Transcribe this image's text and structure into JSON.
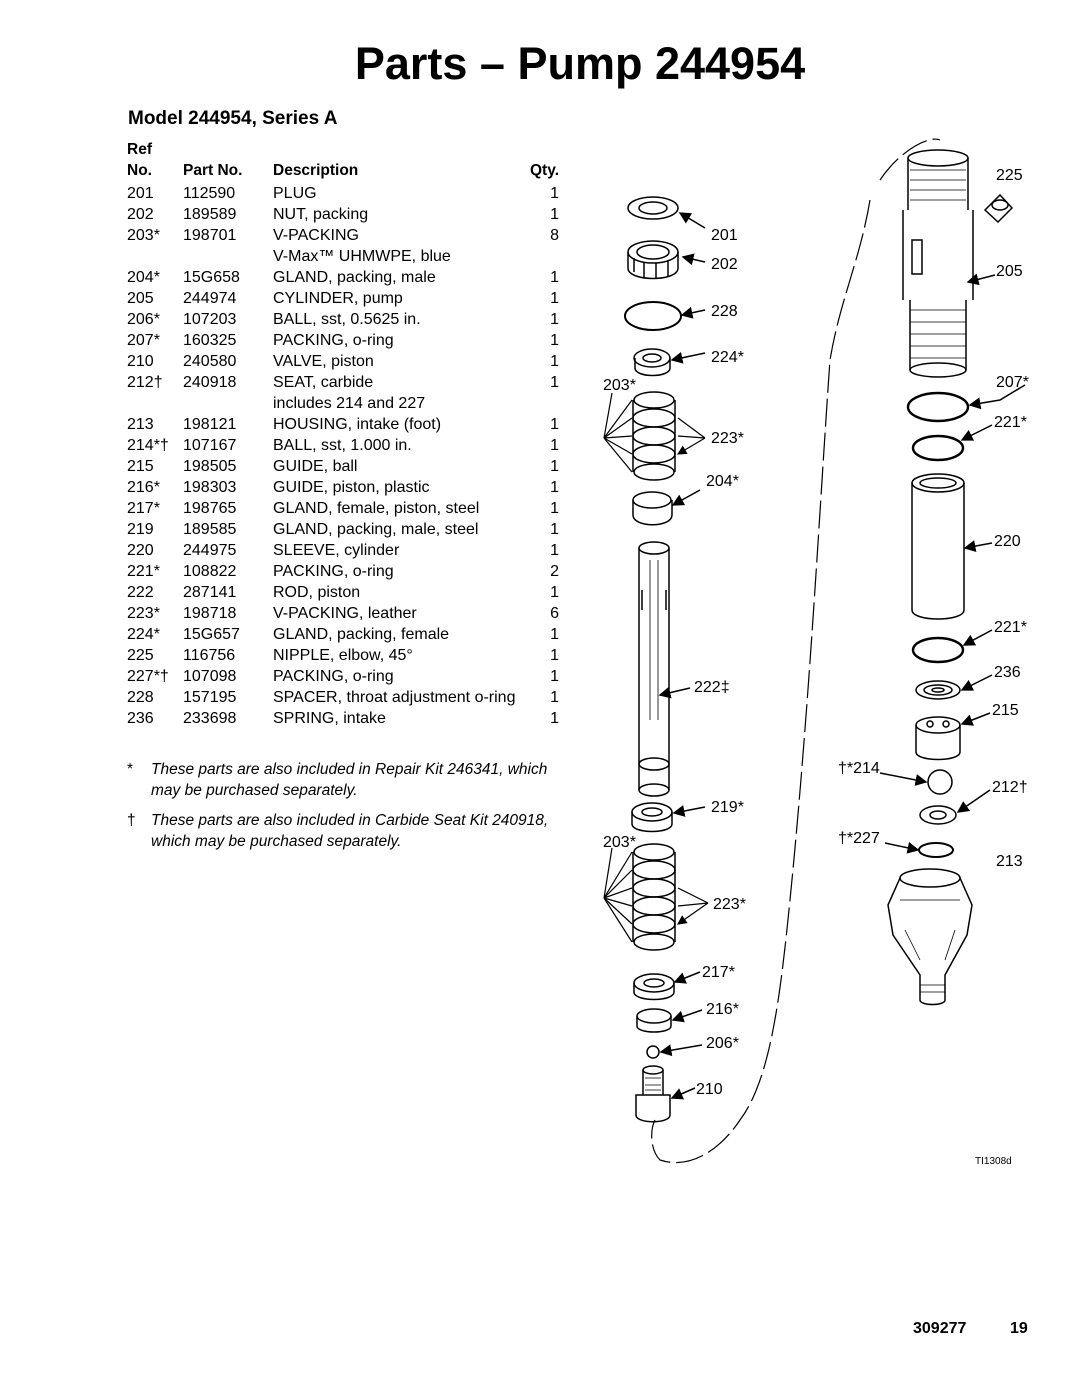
{
  "page": {
    "title": "Parts – Pump 244954",
    "subtitle": "Model 244954, Series A"
  },
  "table": {
    "headers": {
      "ref_line1": "Ref",
      "ref_line2": "No.",
      "part": "Part No.",
      "desc": "Description",
      "qty": "Qty."
    },
    "rows": [
      {
        "ref": "201",
        "part": "112590",
        "desc": "PLUG",
        "qty": "1"
      },
      {
        "ref": "202",
        "part": "189589",
        "desc": "NUT, packing",
        "qty": "1"
      },
      {
        "ref": "203*",
        "part": "198701",
        "desc": "V-PACKING",
        "qty": "8"
      },
      {
        "ref": "",
        "part": "",
        "desc": "V-Max™ UHMWPE, blue",
        "qty": ""
      },
      {
        "ref": "204*",
        "part": "15G658",
        "desc": "GLAND, packing, male",
        "qty": "1"
      },
      {
        "ref": "205",
        "part": "244974",
        "desc": "CYLINDER, pump",
        "qty": "1"
      },
      {
        "ref": "206*",
        "part": "107203",
        "desc": "BALL, sst, 0.5625 in.",
        "qty": "1"
      },
      {
        "ref": "207*",
        "part": "160325",
        "desc": "PACKING, o-ring",
        "qty": "1"
      },
      {
        "ref": "210",
        "part": "240580",
        "desc": "VALVE, piston",
        "qty": "1"
      },
      {
        "ref": "212†",
        "part": "240918",
        "desc": "SEAT, carbide",
        "qty": "1"
      },
      {
        "ref": "",
        "part": "",
        "desc": "includes 214 and 227",
        "qty": ""
      },
      {
        "ref": "213",
        "part": "198121",
        "desc": "HOUSING, intake (foot)",
        "qty": "1"
      },
      {
        "ref": "214*†",
        "part": "107167",
        "desc": "BALL, sst, 1.000 in.",
        "qty": "1"
      },
      {
        "ref": "215",
        "part": "198505",
        "desc": "GUIDE, ball",
        "qty": "1"
      },
      {
        "ref": "216*",
        "part": "198303",
        "desc": "GUIDE, piston, plastic",
        "qty": "1"
      },
      {
        "ref": "217*",
        "part": "198765",
        "desc": "GLAND, female, piston, steel",
        "qty": "1"
      },
      {
        "ref": "219",
        "part": "189585",
        "desc": "GLAND, packing, male, steel",
        "qty": "1"
      },
      {
        "ref": "220",
        "part": "244975",
        "desc": "SLEEVE, cylinder",
        "qty": "1"
      },
      {
        "ref": "221*",
        "part": "108822",
        "desc": "PACKING, o-ring",
        "qty": "2"
      },
      {
        "ref": "222",
        "part": "287141",
        "desc": "ROD, piston",
        "qty": "1"
      },
      {
        "ref": "223*",
        "part": "198718",
        "desc": "V-PACKING, leather",
        "qty": "6"
      },
      {
        "ref": "224*",
        "part": "15G657",
        "desc": "GLAND, packing, female",
        "qty": "1"
      },
      {
        "ref": "225",
        "part": "116756",
        "desc": "NIPPLE, elbow, 45°",
        "qty": "1"
      },
      {
        "ref": "227*†",
        "part": "107098",
        "desc": "PACKING, o-ring",
        "qty": "1"
      },
      {
        "ref": "228",
        "part": "157195",
        "desc": "SPACER, throat adjustment o-ring",
        "qty": "1"
      },
      {
        "ref": "236",
        "part": "233698",
        "desc": "SPRING, intake",
        "qty": "1"
      }
    ]
  },
  "notes": [
    {
      "symbol": "*",
      "text": "These parts are also included in Repair Kit 246341, which may be purchased separately."
    },
    {
      "symbol": "†",
      "text": "These parts are also included in Carbide Seat Kit 240918, which may be purchased separately."
    }
  ],
  "diagram": {
    "labels": {
      "l201": "201",
      "l202": "202",
      "l228": "228",
      "l224": "224*",
      "l203a": "203*",
      "l223a": "223*",
      "l204": "204*",
      "l222": "222‡",
      "l219": "219*",
      "l203b": "203*",
      "l223b": "223*",
      "l217": "217*",
      "l216": "216*",
      "l206": "206*",
      "l210": "210",
      "l225": "225",
      "l205": "205",
      "l207": "207*",
      "l221a": "221*",
      "l220": "220",
      "l221b": "221*",
      "l236": "236",
      "l215": "215",
      "l214": "†*214",
      "l212": "212†",
      "l227": "†*227",
      "l213": "213"
    },
    "figure_id": "TI1308d"
  },
  "footer": {
    "doc_number": "309277",
    "page_number": "19"
  }
}
